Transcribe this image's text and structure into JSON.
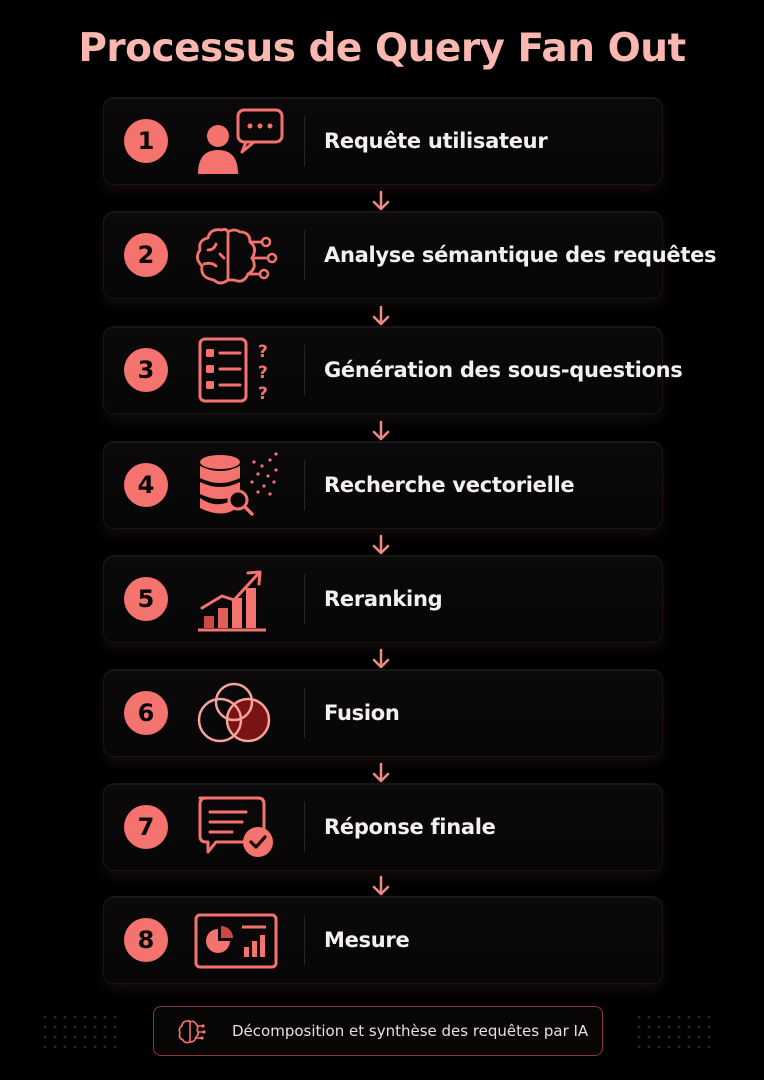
{
  "title": "Processus de Query Fan Out",
  "steps": [
    {
      "number": "1",
      "label": "Requête utilisateur",
      "icon": "user-chat-icon"
    },
    {
      "number": "2",
      "label": "Analyse sémantique des requêtes",
      "icon": "brain-circuit-icon"
    },
    {
      "number": "3",
      "label": "Génération des sous-questions",
      "icon": "checklist-questions-icon"
    },
    {
      "number": "4",
      "label": "Recherche vectorielle",
      "icon": "database-search-icon"
    },
    {
      "number": "5",
      "label": "Reranking",
      "icon": "bar-chart-trend-icon"
    },
    {
      "number": "6",
      "label": "Fusion",
      "icon": "venn-diagram-icon"
    },
    {
      "number": "7",
      "label": "Réponse finale",
      "icon": "message-check-icon"
    },
    {
      "number": "8",
      "label": "Mesure",
      "icon": "dashboard-chart-icon"
    }
  ],
  "footer": {
    "text": "Décomposition et synthèse des requêtes par IA",
    "icon": "brain-circuit-icon"
  },
  "colors": {
    "accent": "#f4736e",
    "title": "#f9b7b0",
    "dark_accent": "#7a1414",
    "background": "#000000"
  }
}
